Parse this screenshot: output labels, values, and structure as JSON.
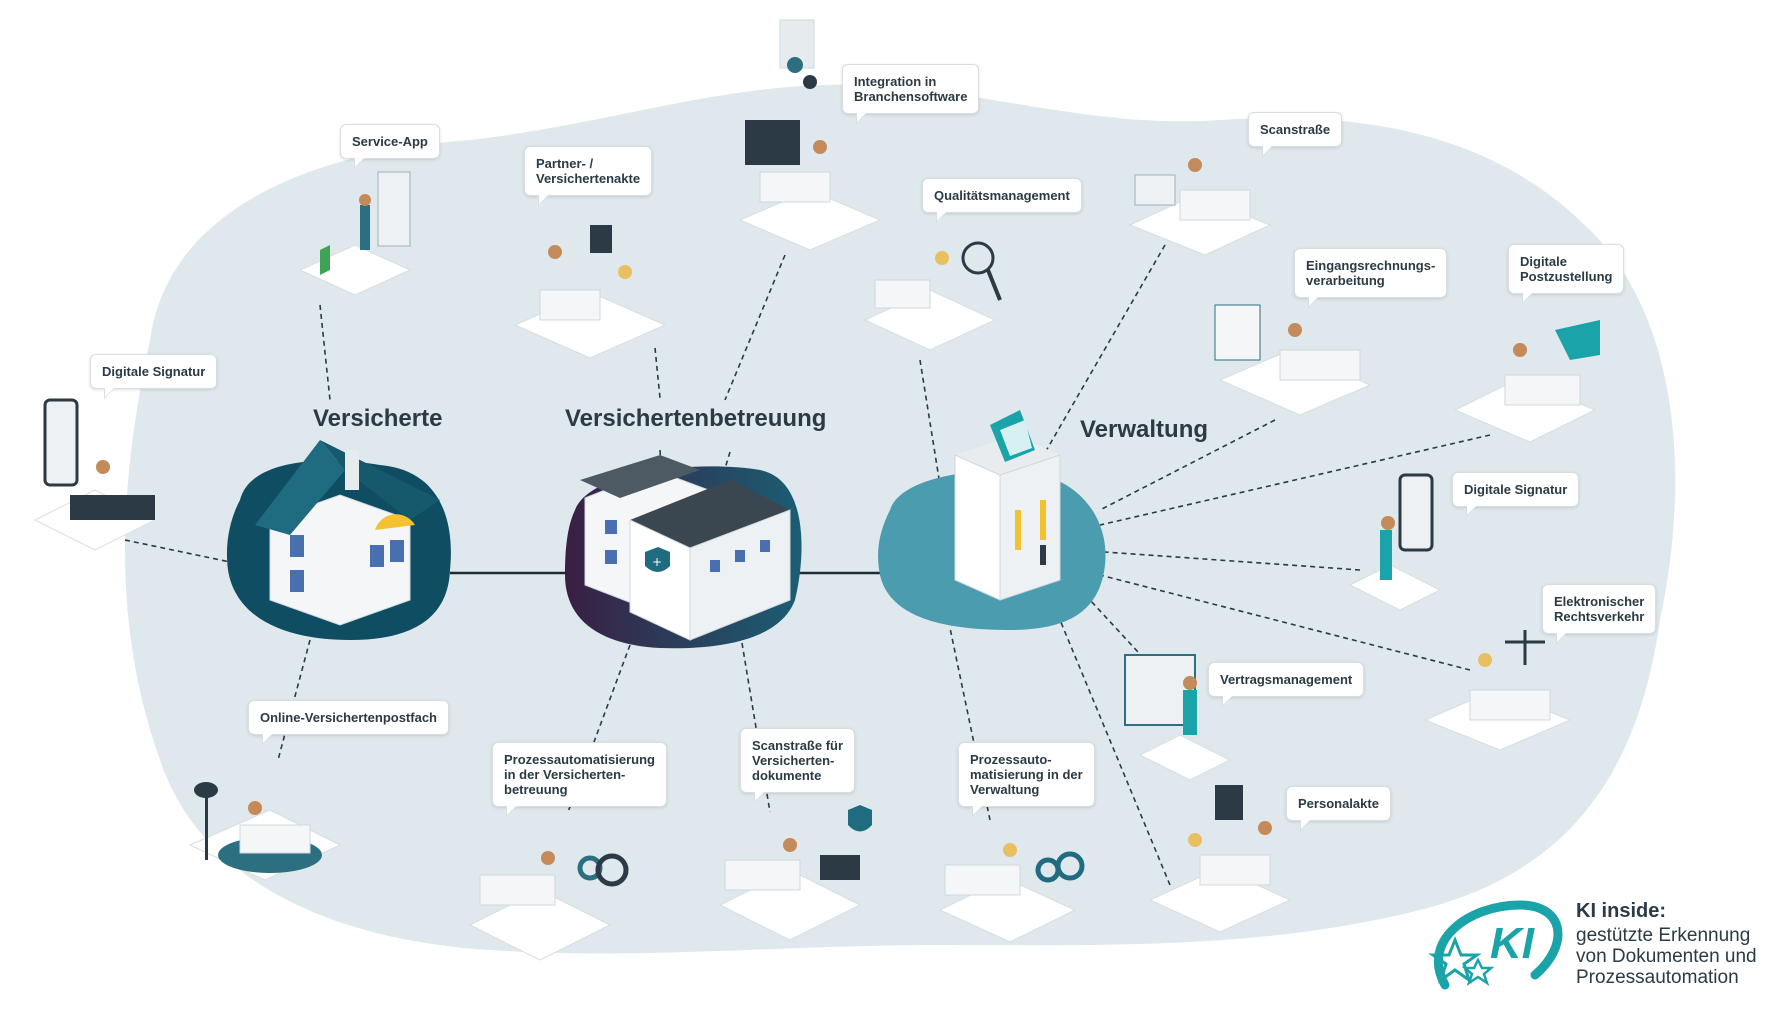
{
  "hubs": {
    "versicherte": "Versicherte",
    "versichertenbetreuung": "Versichertenbetreuung",
    "verwaltung": "Verwaltung"
  },
  "bubbles": {
    "service_app": "Service-App",
    "partner_akte": "Partner- /\nVersichertenakte",
    "integration": "Integration in\nBranchensoftware",
    "qualitaet": "Qualitätsmanagement",
    "scanstrasse": "Scanstraße",
    "eingangsrechnung": "Eingangsrechnungs-\nverarbeitung",
    "postzustellung": "Digitale\nPostzustellung",
    "signatur_left": "Digitale Signatur",
    "signatur_right": "Digitale Signatur",
    "rechtsverkehr": "Elektronischer\nRechtsverkehr",
    "vertrag": "Vertragsmanagement",
    "personalakte": "Personalakte",
    "postfach": "Online-Versichertenpostfach",
    "prozess_betreuung": "Prozessautomatisierung\nin der Versicherten-\nbetreuung",
    "scan_dokumente": "Scanstraße für\nVersicherten-\ndokumente",
    "prozess_verwaltung": "Prozessauto-\nmatisierung in der\nVerwaltung"
  },
  "ki": {
    "logo_text": "KI",
    "title": "KI inside:",
    "line1": "gestützte Erkennung",
    "line2": "von Dokumenten und",
    "line3": "Prozessautomation"
  },
  "colors": {
    "background_blob": "#dfe8ec",
    "hub_dark": "#0f4d63",
    "hub_purple": "#3f2a4a",
    "hub_teal": "#4a9cae",
    "accent_teal": "#1aa3a8",
    "accent_yellow": "#f2c230",
    "text": "#2b3a44"
  }
}
